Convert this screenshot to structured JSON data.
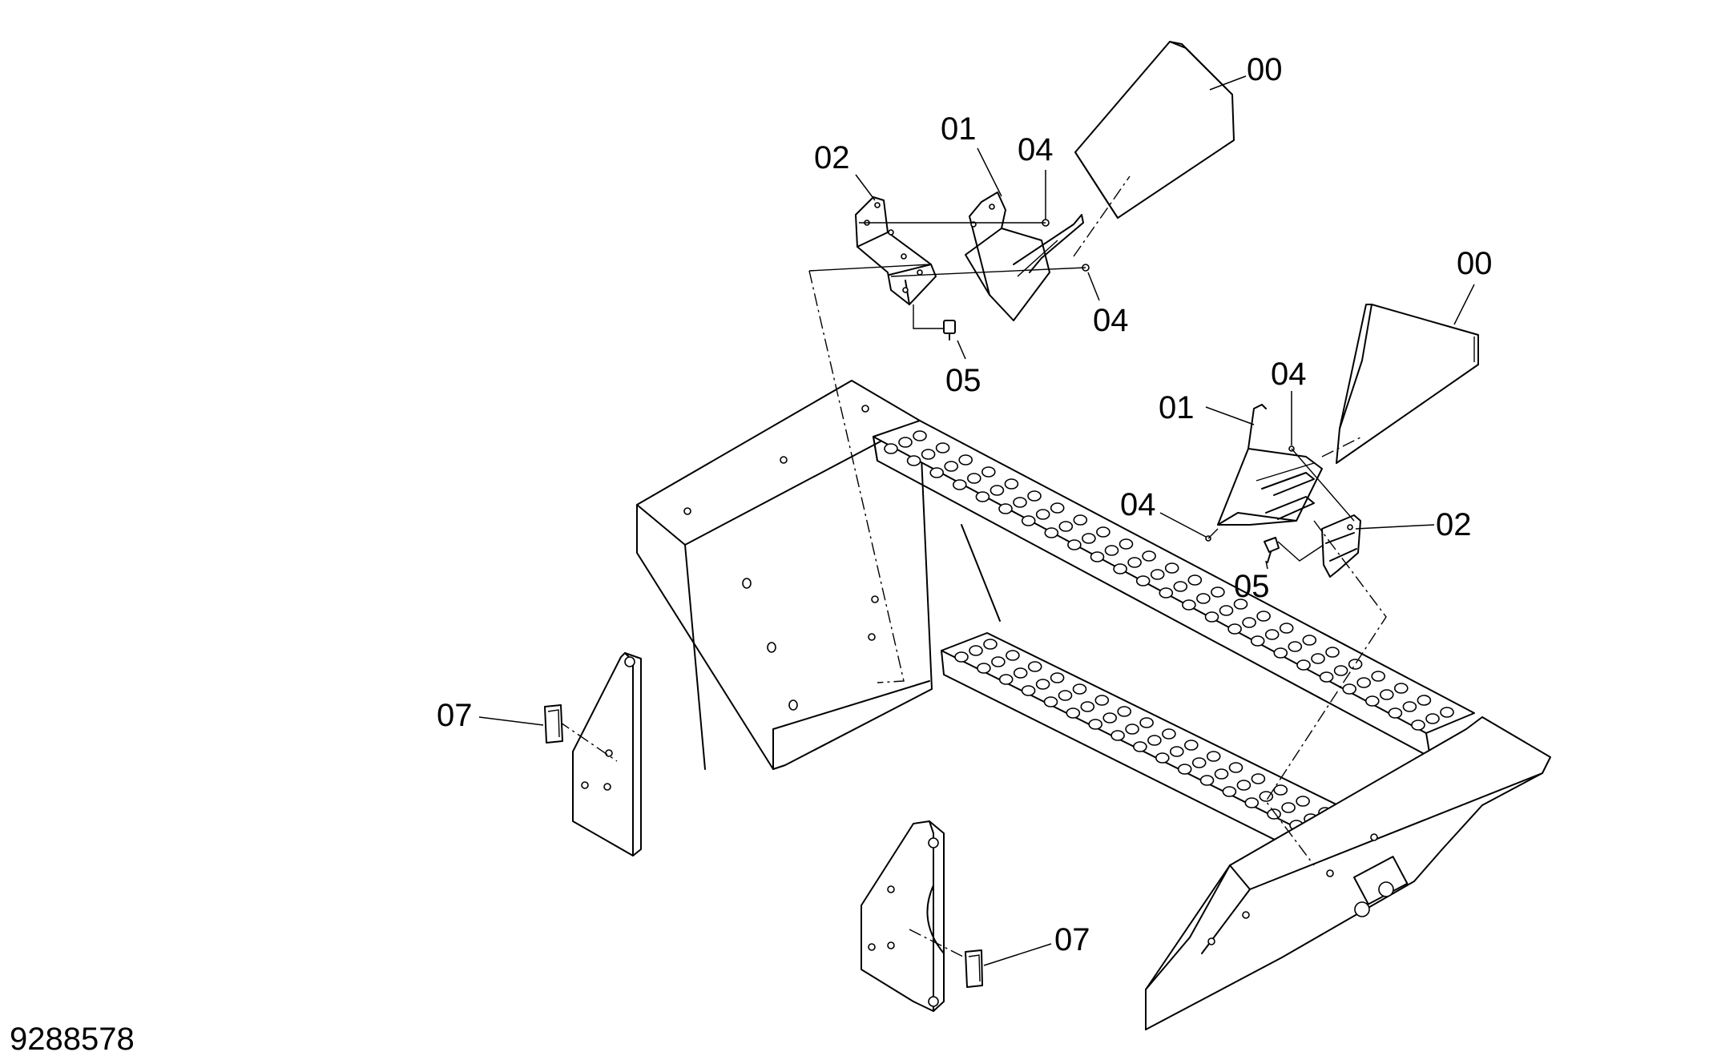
{
  "drawing_number": "9288578",
  "callouts": {
    "c00_upper": "00",
    "c00_lower": "00",
    "c01_upper": "01",
    "c01_lower": "01",
    "c02_upper": "02",
    "c02_lower": "02",
    "c04_upper_a": "04",
    "c04_upper_b": "04",
    "c04_lower_a": "04",
    "c04_lower_b": "04",
    "c05_upper": "05",
    "c05_lower": "05",
    "c07_left": "07",
    "c07_right": "07"
  }
}
